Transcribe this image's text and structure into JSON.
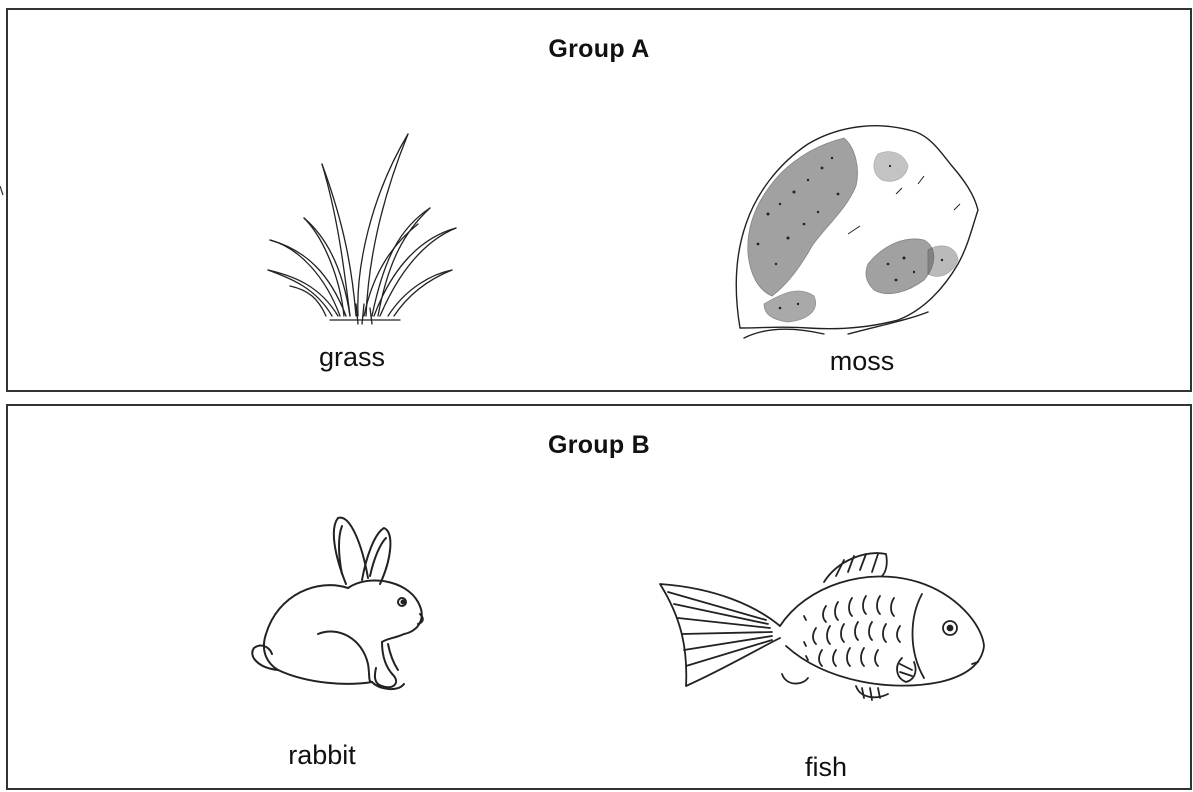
{
  "groups": [
    {
      "title": "Group A",
      "items": [
        {
          "label": "grass",
          "icon": "grass-icon"
        },
        {
          "label": "moss",
          "icon": "moss-rock-icon"
        }
      ]
    },
    {
      "title": "Group B",
      "items": [
        {
          "label": "rabbit",
          "icon": "rabbit-icon"
        },
        {
          "label": "fish",
          "icon": "fish-icon"
        }
      ]
    }
  ],
  "colors": {
    "border": "#333333",
    "ink": "#111111",
    "background": "#ffffff"
  }
}
